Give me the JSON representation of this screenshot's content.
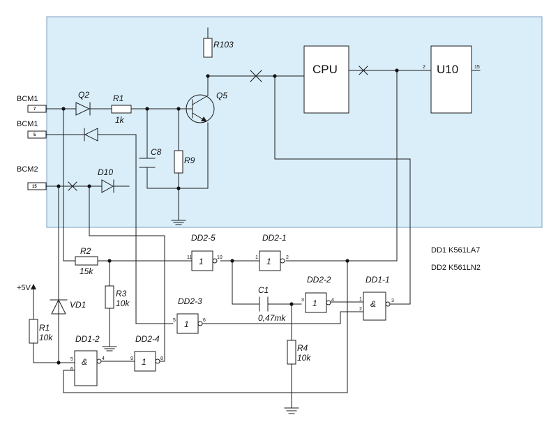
{
  "colors": {
    "board_fill": "#d9eef9",
    "board_stroke": "#7a9fbf",
    "wire": "#1a1a1a",
    "background": "#ffffff"
  },
  "connectors": [
    {
      "label": "BCM1",
      "pin": "7"
    },
    {
      "label": "BCM1",
      "pin": "5"
    },
    {
      "label": "BCM2",
      "pin": "15"
    }
  ],
  "components": {
    "q2": "Q2",
    "r1_top": "R1",
    "r1_top_value": "1k",
    "q5": "Q5",
    "r103": "R103",
    "c8": "C8",
    "r9": "R9",
    "d10": "D10",
    "cpu": "CPU",
    "u10": "U10",
    "r2": "R2",
    "r2_value": "15k",
    "r3": "R3",
    "r3_value": "10k",
    "vd1": "VD1",
    "r1_bottom": "R1",
    "r1_bottom_value": "10k",
    "c1": "C1",
    "c1_value": "0,47mk",
    "r4": "R4",
    "r4_value": "10k",
    "supply": "+5V"
  },
  "gates": {
    "dd2_5": {
      "name": "DD2-5",
      "symbol": "1",
      "in": "11",
      "out": "10"
    },
    "dd2_1": {
      "name": "DD2-1",
      "symbol": "1",
      "in": "1",
      "out": "2"
    },
    "dd2_2": {
      "name": "DD2-2",
      "symbol": "1",
      "in": "3",
      "out": "4"
    },
    "dd2_3": {
      "name": "DD2-3",
      "symbol": "1",
      "in": "5",
      "out": "6"
    },
    "dd2_4": {
      "name": "DD2-4",
      "symbol": "1",
      "in": "9",
      "out": "8"
    },
    "dd1_1": {
      "name": "DD1-1",
      "symbol": "&",
      "in1": "1",
      "in2": "2",
      "out": "3"
    },
    "dd1_2": {
      "name": "DD1-2",
      "symbol": "&",
      "in1": "5",
      "in2": "6",
      "out": "4"
    }
  },
  "u10_pins": {
    "in": "2",
    "out": "15"
  },
  "notes": [
    "DD1 K561LA7",
    "DD2 K561LN2"
  ]
}
